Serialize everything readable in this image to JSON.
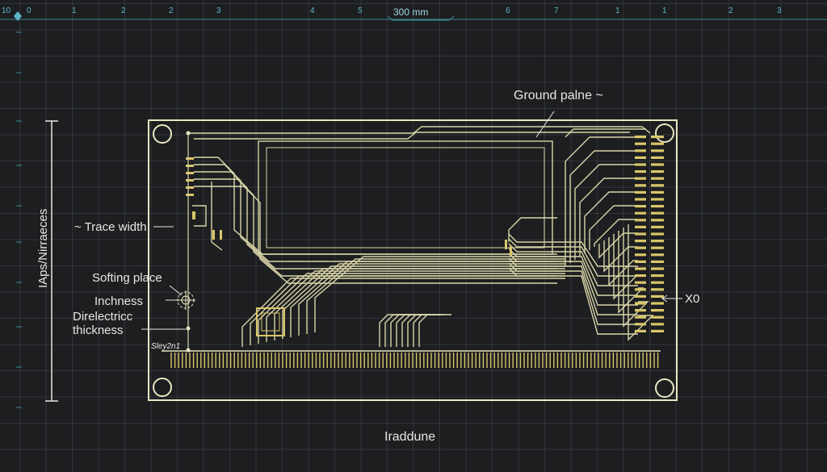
{
  "ruler": {
    "numbers": [
      "10",
      "0",
      "1",
      "2",
      "2",
      "3",
      "4",
      "5",
      "6",
      "7",
      "1",
      "1",
      "2",
      "3"
    ],
    "center_label": "300 mm"
  },
  "labels": {
    "ground_plane": "Ground palne ~",
    "trace_width": "~ Trace width",
    "softing_place": "Softing place",
    "inchness": "Inchness",
    "dielectric_1": "Direlectricc",
    "dielectric_2": "thickness",
    "small_label": "Sley2n1",
    "x0": "X0",
    "bottom": "Iraddune",
    "vertical": "IAps/Nirraeces"
  },
  "colors": {
    "board_outline": "#e9e6c2",
    "trace": "#d9d5a8",
    "pad": "#d8c66a",
    "ruler": "#5db8c8",
    "text": "#e6e6e6"
  }
}
